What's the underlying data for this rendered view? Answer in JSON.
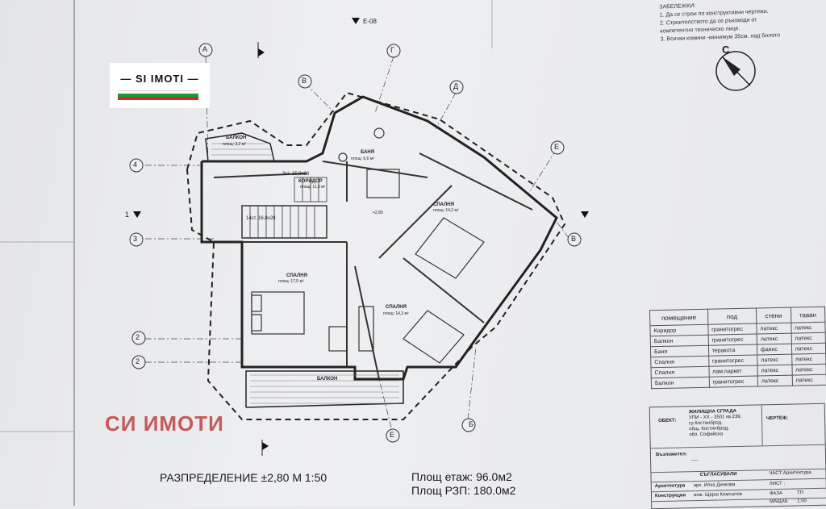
{
  "logo": {
    "text": "— SI IMOTI —",
    "flag_colors": [
      "#ffffff",
      "#1a9a3c",
      "#d62828"
    ]
  },
  "watermark": "СИ ИМОТИ",
  "notes": {
    "title": "ЗАБЕЛЕЖКИ:",
    "items": [
      "1. Да се строи по конструктивни чертежи.",
      "2. Строителството да се ръководи от",
      "компетентно техническо лице.",
      "3. Всички комини -минимум 35см. над билото"
    ]
  },
  "plan": {
    "top_mark": "E-08",
    "axes": [
      "А",
      "Б",
      "В",
      "Г",
      "Д",
      "Е",
      "1",
      "2",
      "3",
      "4"
    ],
    "rooms": [
      {
        "name": "БАЛКОН",
        "area": "площ: 3,2 м²"
      },
      {
        "name": "КОРИДОР",
        "area": "площ: 11,3 м²"
      },
      {
        "name": "БАНЯ",
        "area": "площ: 6,6 м²"
      },
      {
        "name": "СПАЛНЯ",
        "area": "площ: 14,2 м²"
      },
      {
        "name": "СПАЛНЯ",
        "area": "площ: 17,5 м²"
      },
      {
        "name": "СПАЛНЯ",
        "area": "площ: 14,3 м²"
      },
      {
        "name": "БАЛКОН",
        "area": ""
      }
    ],
    "stairs_lower": "14ст. 16,8x28",
    "stairs_upper": "3ст. 15,8x28",
    "level": "+2,80",
    "compass": "С"
  },
  "finish_table": {
    "headers": [
      "помещение",
      "под",
      "стени",
      "таван"
    ],
    "rows": [
      [
        "Коридор",
        "гранитогрес",
        "латекс",
        "латекс"
      ],
      [
        "Балкон",
        "гранитогрес",
        "латекс",
        "латекс"
      ],
      [
        "Баня",
        "теракота",
        "фаянс",
        "латекс"
      ],
      [
        "Спалня",
        "гранитогрес",
        "латекс",
        "латекс"
      ],
      [
        "Спалня",
        "лам.паркет",
        "латекс",
        "латекс"
      ],
      [
        "Балкон",
        "гранитогрес",
        "латекс",
        "латекс"
      ]
    ]
  },
  "title_block": {
    "object_label": "ОБЕКТ:",
    "object_text": [
      "ЖИЛИЩНА СГРАДА",
      "УПИ - ХХ - 3501 кв.239,",
      "гр.Костинброд,",
      "общ. Костинброд,",
      "обл. Софийска"
    ],
    "drawing_label": "ЧЕРТЕЖ:",
    "client_label": "Възложител:",
    "client_value": "----",
    "agreed": "СЪГЛАСУВАЛИ",
    "part": "ЧАСТ:Архитектура",
    "architecture": "Архитектура",
    "architect": "арх. Илка Динкова",
    "construction": "Конструкции",
    "engineer": "инж. Щерю Комсалов",
    "phase": "ФАЗА",
    "phase_val": "ТП",
    "sheet": "ЛИСТ :",
    "scale_label": "МАЩАБ",
    "scale_val": "1:50"
  },
  "bottom": {
    "distribution": "РАЗПРЕДЕЛЕНИЕ ±2,80   М 1:50",
    "floor_area": "Площ етаж:  96.0м2",
    "rzp_area": "Площ РЗП:  180.0м2"
  }
}
